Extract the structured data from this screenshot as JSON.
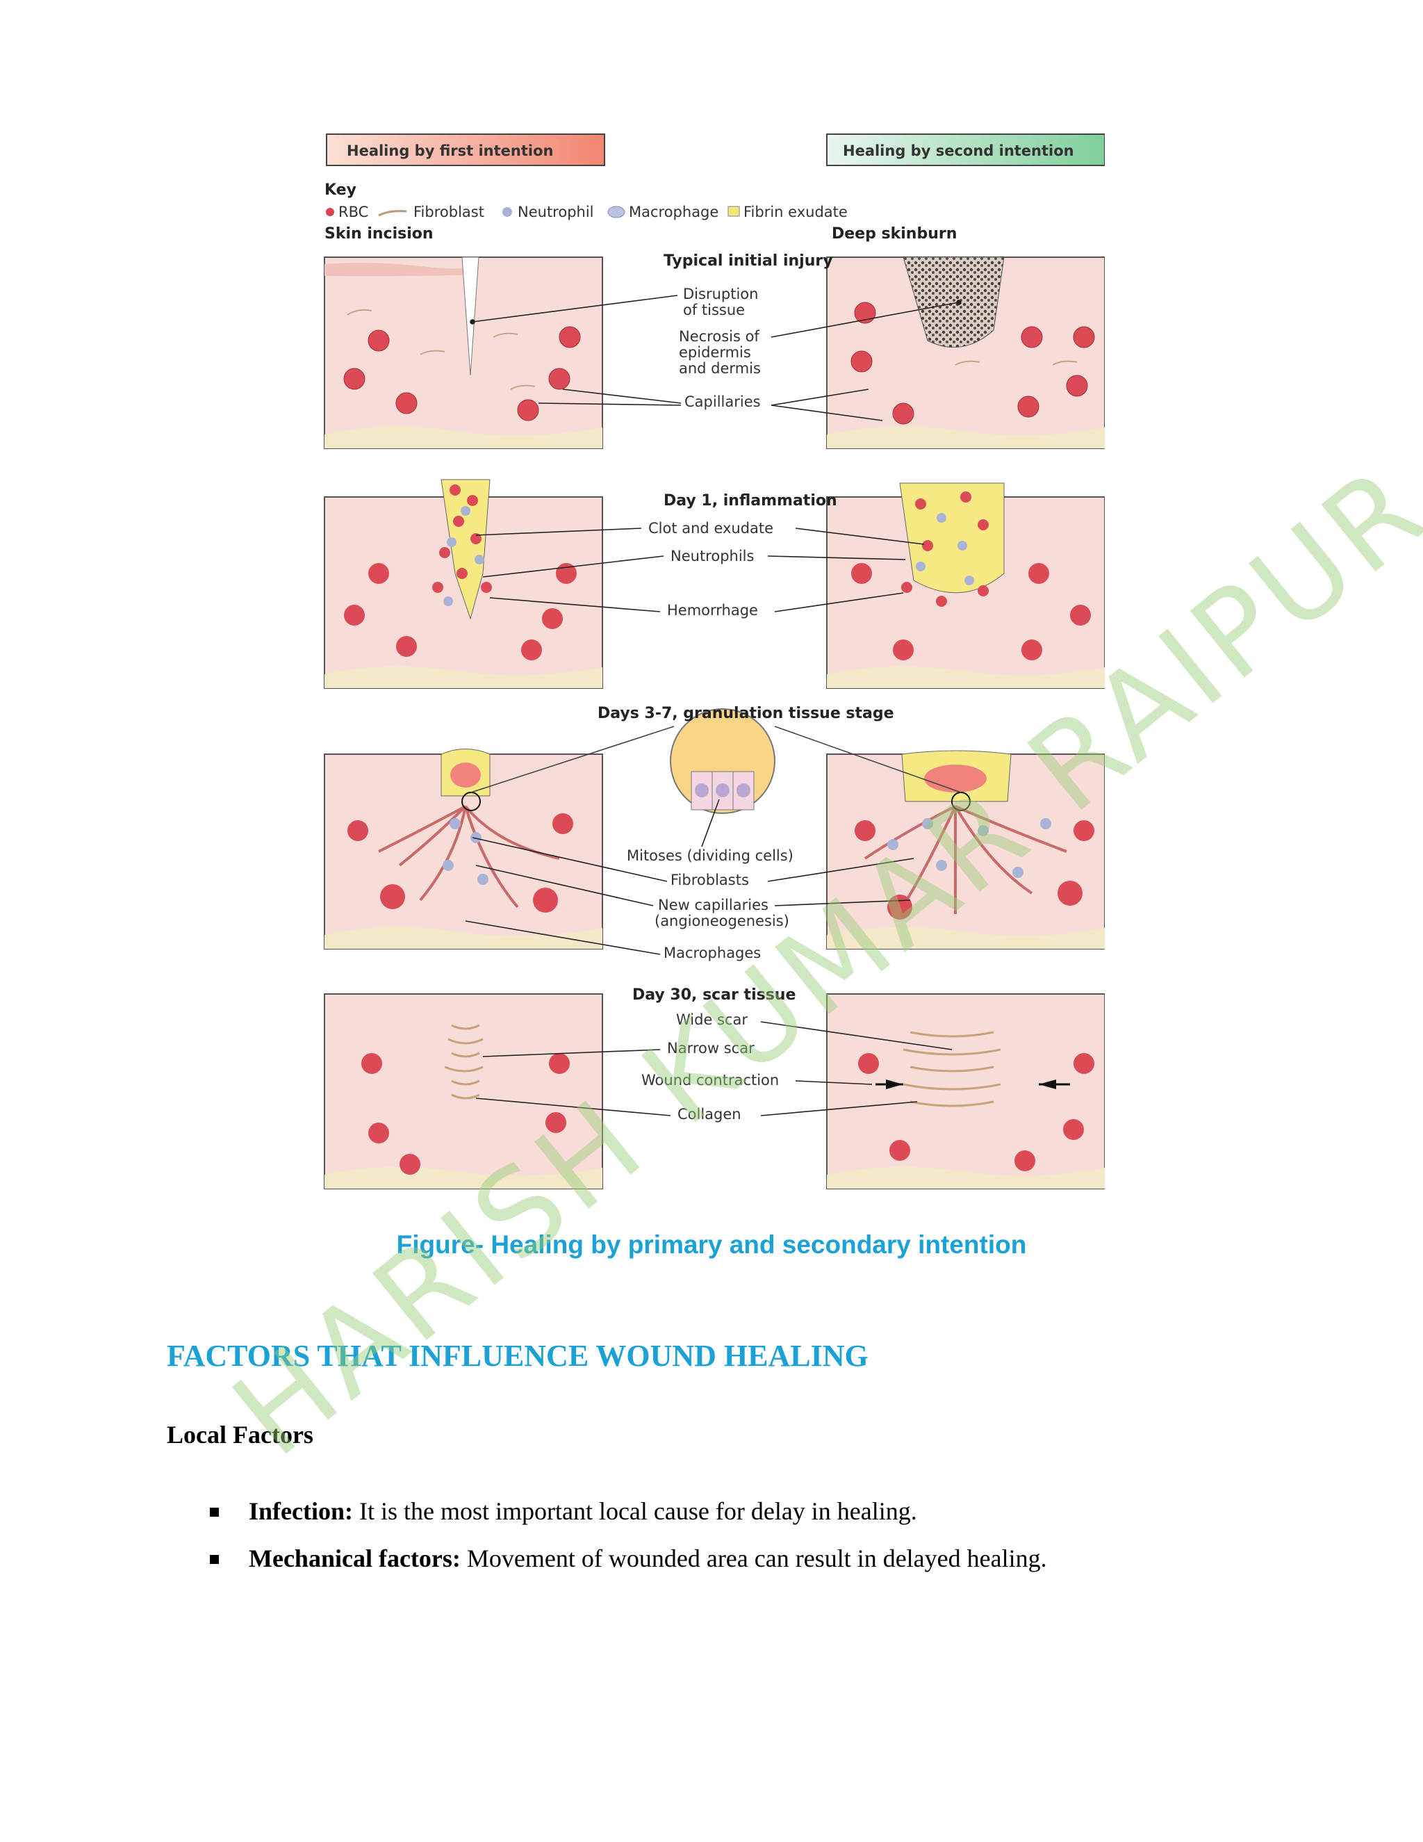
{
  "figure": {
    "header_left": "Healing by first intention",
    "header_right": "Healing by second intention",
    "key_title": "Key",
    "key_items": [
      "RBC",
      "Fibroblast",
      "Neutrophil",
      "Macrophage",
      "Fibrin exudate"
    ],
    "left_col_title": "Skin incision",
    "right_col_title": "Deep skinburn",
    "stages": [
      {
        "title": "Typical initial injury",
        "labels": [
          "Disruption",
          "of tissue",
          "Necrosis of",
          "epidermis",
          "and dermis",
          "Capillaries"
        ]
      },
      {
        "title": "Day 1, inflammation",
        "labels": [
          "Clot and exudate",
          "Neutrophils",
          "Hemorrhage"
        ]
      },
      {
        "title": "Days 3-7, granulation tissue stage",
        "labels": [
          "Mitoses (dividing cells)",
          "Fibroblasts",
          "New capillaries",
          "(angioneogenesis)",
          "Macrophages"
        ]
      },
      {
        "title": "Day 30, scar tissue",
        "labels": [
          "Wide scar",
          "Narrow scar",
          "Wound contraction",
          "Collagen"
        ]
      }
    ]
  },
  "caption": "Figure- Healing by primary and secondary intention",
  "section_title": "FACTORS THAT INFLUENCE WOUND HEALING",
  "subsection_title": "Local Factors",
  "bullets": [
    {
      "term": "Infection:",
      "text": " It is the most important local cause for delay in healing."
    },
    {
      "term": "Mechanical factors:",
      "text": " Movement of wounded area can result in delayed healing."
    }
  ],
  "watermark": "HARISH KUMAR RAIPUR",
  "colors": {
    "accent": "#1ba1d6",
    "watermark": "#96cd78"
  }
}
